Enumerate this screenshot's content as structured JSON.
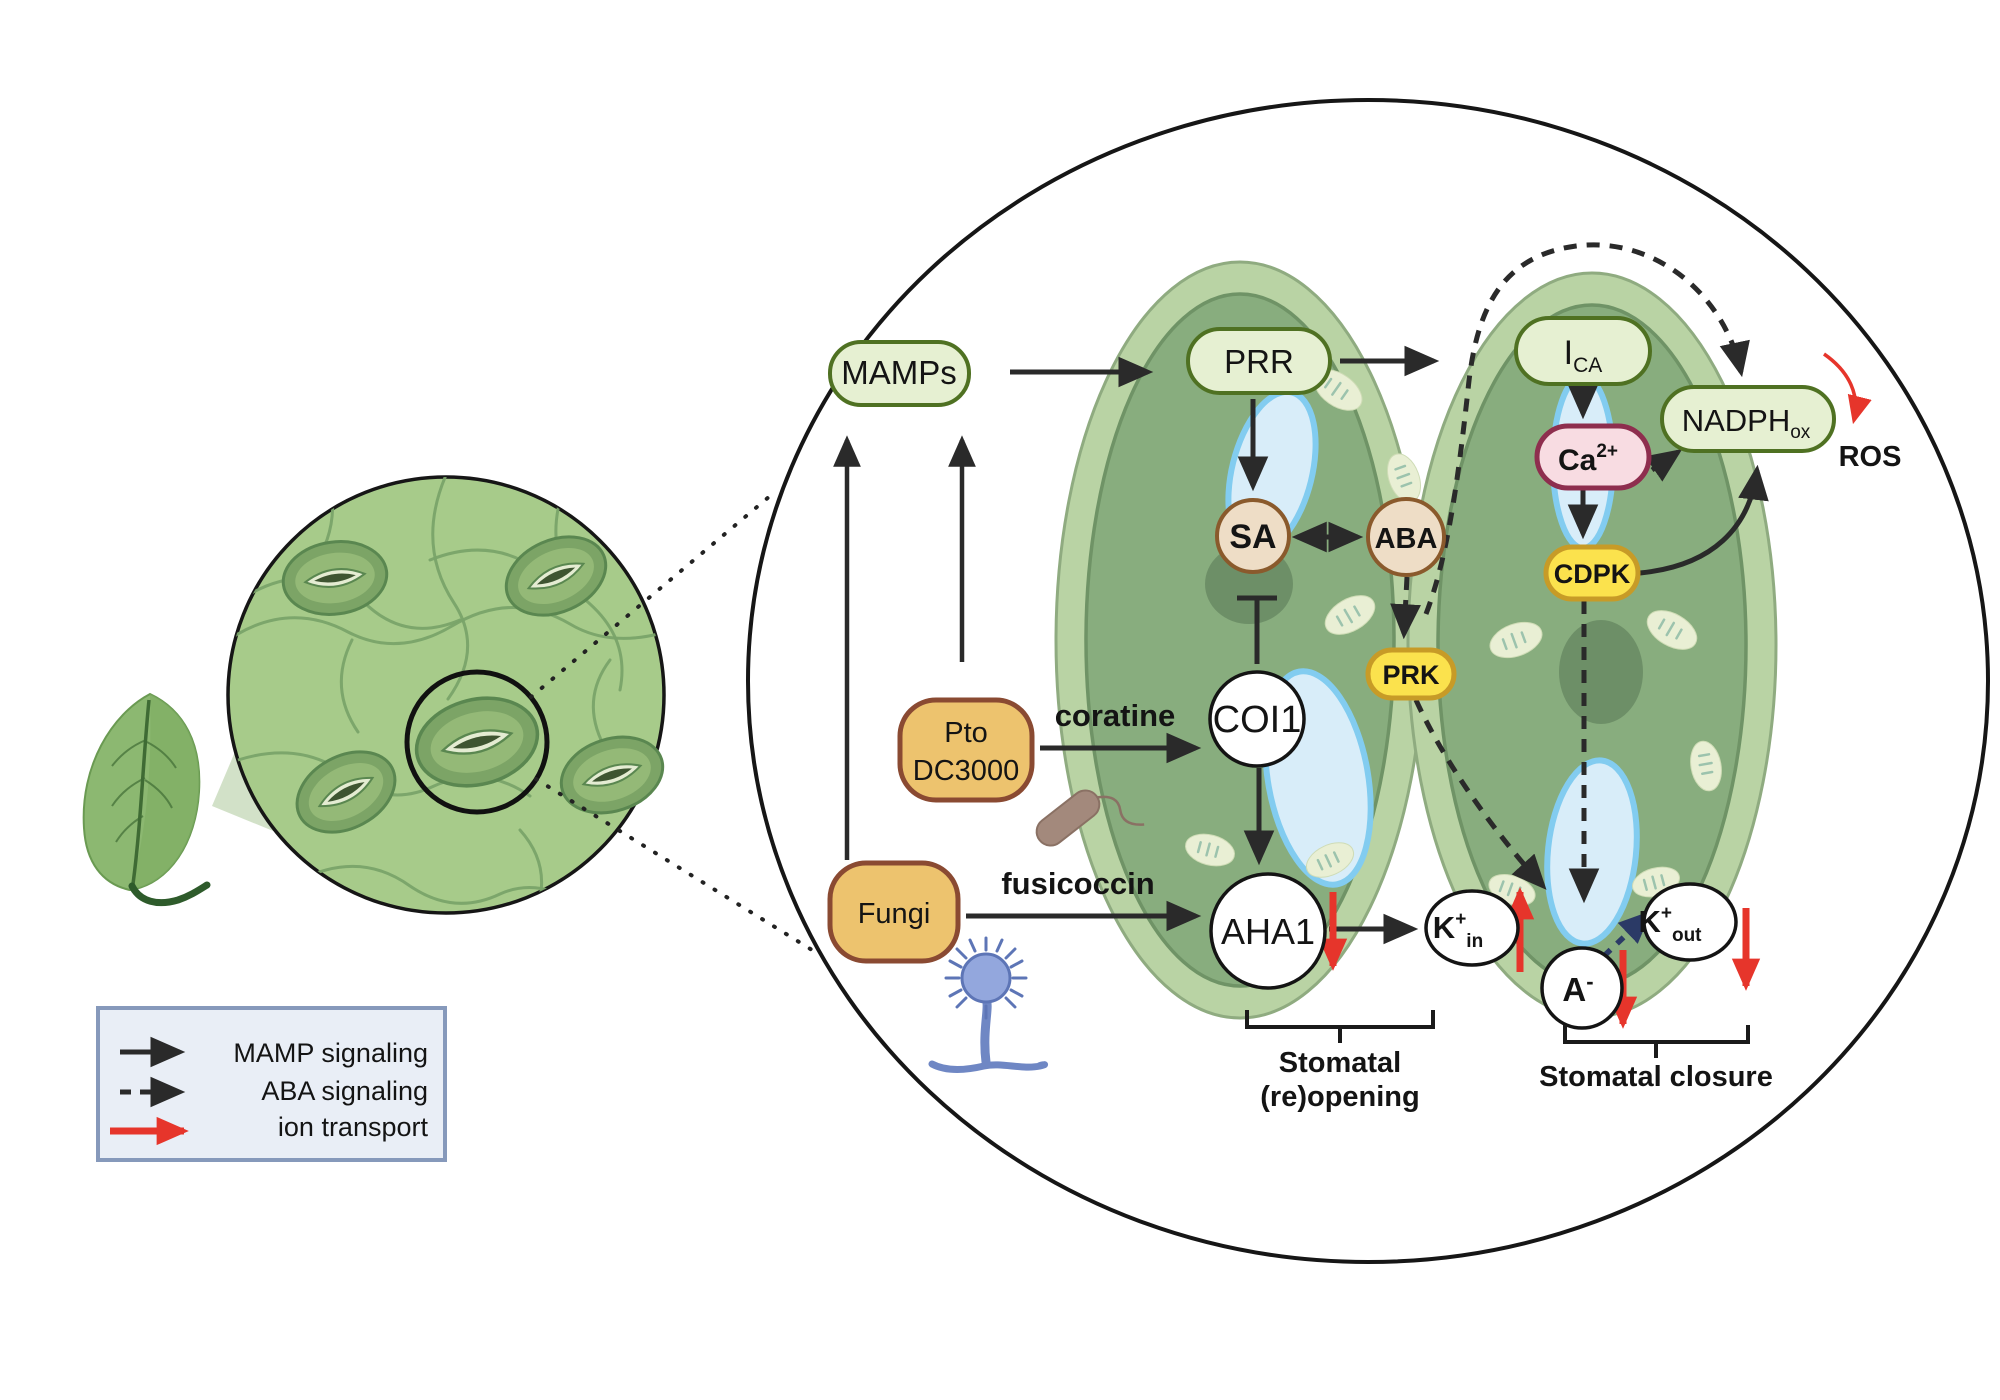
{
  "legend": {
    "items": [
      {
        "symbol": "solid-black-arrow",
        "label": "MAMP signaling"
      },
      {
        "symbol": "dashed-black-arrow",
        "label": "ABA signaling"
      },
      {
        "symbol": "red-arrow",
        "label": "ion transport"
      }
    ]
  },
  "nodes": {
    "mamps": {
      "label": "MAMPs"
    },
    "prr": {
      "label": "PRR"
    },
    "sa": {
      "label": "SA"
    },
    "aba": {
      "label": "ABA"
    },
    "coi1": {
      "label": "COI1"
    },
    "aha1": {
      "label": "AHA1"
    },
    "pto": {
      "line1": "Pto",
      "line2": "DC3000"
    },
    "fungi": {
      "label": "Fungi"
    },
    "prk": {
      "label": "PRK"
    },
    "ica": {
      "main": "I",
      "sub": "CA"
    },
    "ca": {
      "main": "Ca",
      "sup": "2+"
    },
    "cdpk": {
      "label": "CDPK"
    },
    "nadph": {
      "main": "NADPH",
      "sub": "ox"
    },
    "ros": {
      "label": "ROS"
    },
    "k_in": {
      "main": "K",
      "sup": "+",
      "sub": "in"
    },
    "k_out": {
      "main": "K",
      "sup": "+",
      "sub": "out"
    },
    "anion": {
      "main": "A",
      "sup": "-"
    }
  },
  "edge_labels": {
    "coratine": "coratine",
    "fusicoccin": "fusicoccin"
  },
  "captions": {
    "stomatal_reopening_line1": "Stomatal",
    "stomatal_reopening_line2": "(re)opening",
    "stomatal_closure": "Stomatal closure"
  },
  "colors": {
    "node_green_fill": "#e6f0d2",
    "node_green_stroke": "#4f7122",
    "node_tan_fill": "#eeddc6",
    "node_tan_stroke": "#8a5a2c",
    "node_amber_fill": "#edc36e",
    "node_amber_stroke": "#8a4a32",
    "node_yellow_fill": "#fbe24d",
    "node_yellow_stroke": "#c79b27",
    "node_pink_fill": "#f8dce2",
    "node_pink_stroke": "#8e2e4e",
    "arrow_black": "#2a2a2a",
    "arrow_red": "#e6352b",
    "arrow_navy": "#2b3a66",
    "cell_outer": "#b9d3a4",
    "cell_inner": "#88ad7e",
    "cell_wall": "#6f9366",
    "nucleus": "#6d8f67",
    "vacuole_fill": "#d8edf9",
    "vacuole_stroke": "#82ccf0",
    "epidermis_fill": "#a7cb8a",
    "legend_bg": "#e9eef6",
    "legend_border": "#8699bb"
  }
}
